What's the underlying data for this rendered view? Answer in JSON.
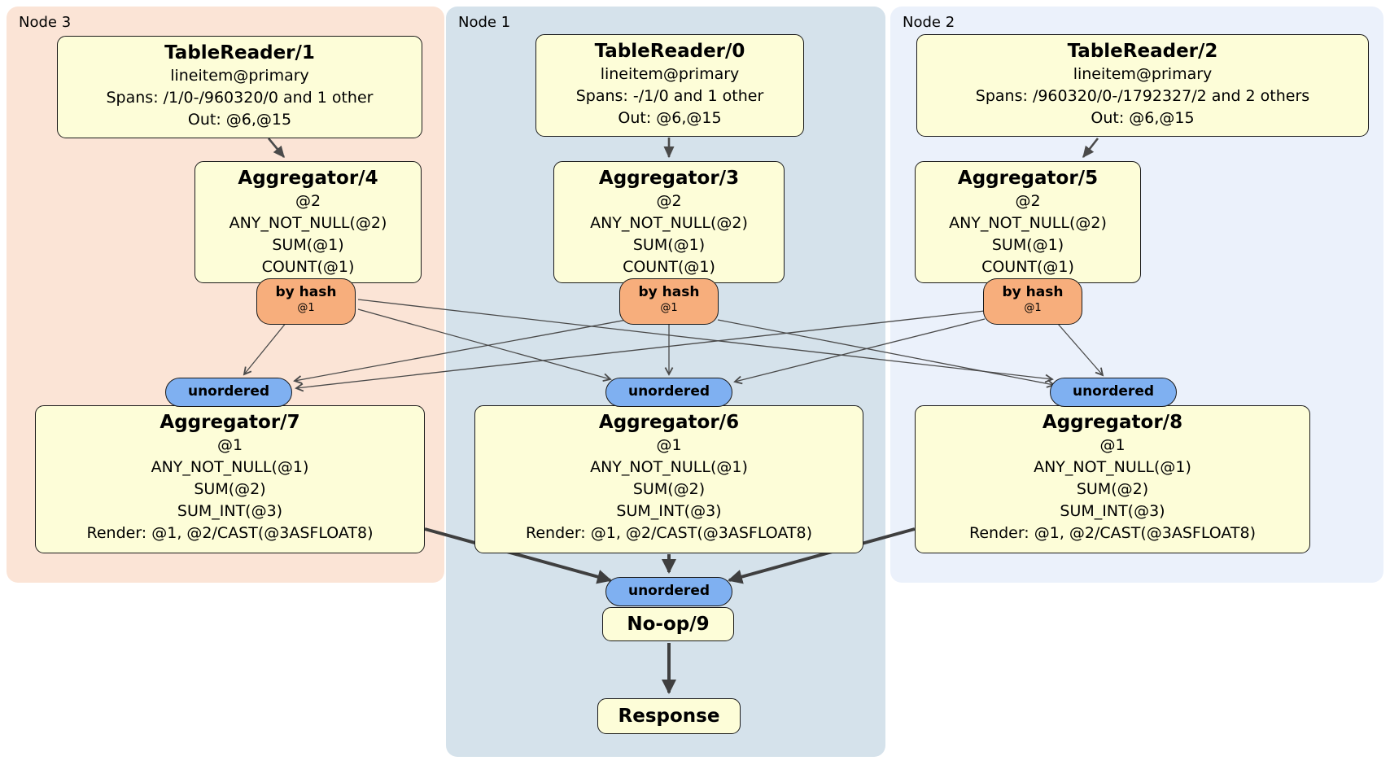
{
  "regions": {
    "node3": {
      "label": "Node 3"
    },
    "node1": {
      "label": "Node 1"
    },
    "node2": {
      "label": "Node 2"
    }
  },
  "processors": {
    "tablereader1": {
      "title": "TableReader/1",
      "lines": [
        "lineitem@primary",
        "Spans: /1/0-/960320/0 and 1 other",
        "Out: @6,@15"
      ]
    },
    "tablereader0": {
      "title": "TableReader/0",
      "lines": [
        "lineitem@primary",
        "Spans: -/1/0 and 1 other",
        "Out: @6,@15"
      ]
    },
    "tablereader2": {
      "title": "TableReader/2",
      "lines": [
        "lineitem@primary",
        "Spans: /960320/0-/1792327/2 and 2 others",
        "Out: @6,@15"
      ]
    },
    "aggregator4": {
      "title": "Aggregator/4",
      "lines": [
        "@2",
        "ANY_NOT_NULL(@2)",
        "SUM(@1)",
        "COUNT(@1)"
      ]
    },
    "aggregator3": {
      "title": "Aggregator/3",
      "lines": [
        "@2",
        "ANY_NOT_NULL(@2)",
        "SUM(@1)",
        "COUNT(@1)"
      ]
    },
    "aggregator5": {
      "title": "Aggregator/5",
      "lines": [
        "@2",
        "ANY_NOT_NULL(@2)",
        "SUM(@1)",
        "COUNT(@1)"
      ]
    },
    "aggregator7": {
      "title": "Aggregator/7",
      "lines": [
        "@1",
        "ANY_NOT_NULL(@1)",
        "SUM(@2)",
        "SUM_INT(@3)",
        "Render: @1, @2/CAST(@3ASFLOAT8)"
      ]
    },
    "aggregator6": {
      "title": "Aggregator/6",
      "lines": [
        "@1",
        "ANY_NOT_NULL(@1)",
        "SUM(@2)",
        "SUM_INT(@3)",
        "Render: @1, @2/CAST(@3ASFLOAT8)"
      ]
    },
    "aggregator8": {
      "title": "Aggregator/8",
      "lines": [
        "@1",
        "ANY_NOT_NULL(@1)",
        "SUM(@2)",
        "SUM_INT(@3)",
        "Render: @1, @2/CAST(@3ASFLOAT8)"
      ]
    },
    "noop": {
      "title": "No-op/9"
    },
    "response": {
      "title": "Response"
    }
  },
  "connectors": {
    "router_label": "by hash",
    "router_key": "@1",
    "sync_label": "unordered"
  },
  "colors": {
    "region_node3_bg": "#fbe4d6",
    "region_node1_bg": "#d5e2eb",
    "region_node2_bg": "#ebf1fb",
    "processor_bg": "#fdfdd8",
    "router_bg": "#f7ae7c",
    "sync_bg": "#7fb0f1",
    "edge": "#4a4a4a"
  }
}
